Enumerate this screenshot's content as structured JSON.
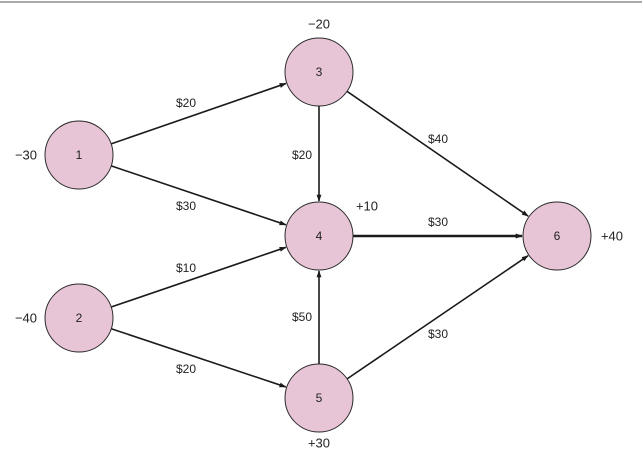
{
  "colors": {
    "node_fill": "#e8c5d6",
    "stroke": "#2b2b2b"
  },
  "nodes": [
    {
      "id": "1",
      "label": "1",
      "supply": "−30"
    },
    {
      "id": "2",
      "label": "2",
      "supply": "−40"
    },
    {
      "id": "3",
      "label": "3",
      "supply": "−20"
    },
    {
      "id": "4",
      "label": "4",
      "supply": "+10"
    },
    {
      "id": "5",
      "label": "5",
      "supply": "+30"
    },
    {
      "id": "6",
      "label": "6",
      "supply": "+40"
    }
  ],
  "edges": [
    {
      "from": "1",
      "to": "3",
      "cost": "$20"
    },
    {
      "from": "1",
      "to": "4",
      "cost": "$30"
    },
    {
      "from": "2",
      "to": "4",
      "cost": "$10"
    },
    {
      "from": "2",
      "to": "5",
      "cost": "$20"
    },
    {
      "from": "3",
      "to": "4",
      "cost": "$20"
    },
    {
      "from": "3",
      "to": "6",
      "cost": "$40"
    },
    {
      "from": "4",
      "to": "6",
      "cost": "$30"
    },
    {
      "from": "5",
      "to": "4",
      "cost": "$50"
    },
    {
      "from": "5",
      "to": "6",
      "cost": "$30"
    }
  ]
}
